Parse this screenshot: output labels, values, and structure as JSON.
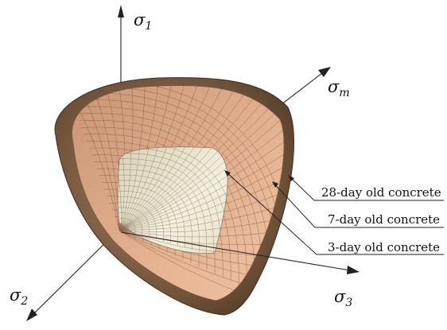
{
  "axes": {
    "sigma1": {
      "symbol": "σ",
      "sub": "1"
    },
    "sigma2": {
      "symbol": "σ",
      "sub": "2"
    },
    "sigma3": {
      "symbol": "σ",
      "sub": "3"
    },
    "sigmam": {
      "symbol": "σ",
      "sub": "m"
    }
  },
  "legend": [
    {
      "label": "28-day old concrete",
      "color": "#6a5036"
    },
    {
      "label": "7-day old concrete",
      "color": "#c09072"
    },
    {
      "label": "3-day old concrete",
      "color": "#ece8d2"
    }
  ],
  "colors": {
    "axis": "#222222",
    "surface_28d": "#6a5036",
    "surface_7d": "#d7a483",
    "surface_3d": "#ece6cf",
    "mesh": "#5a3f2a"
  }
}
